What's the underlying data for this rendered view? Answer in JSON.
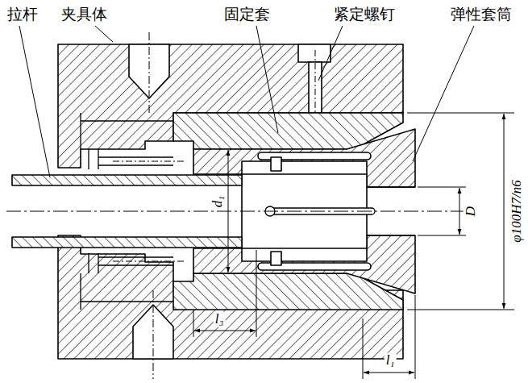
{
  "diagram": {
    "labels": [
      "拉杆",
      "夹具体",
      "固定套",
      "紧定螺钉",
      "弹性套筒",
      "d₁",
      "D",
      "φ100H7/n6",
      "l₃",
      "l₁"
    ]
  }
}
